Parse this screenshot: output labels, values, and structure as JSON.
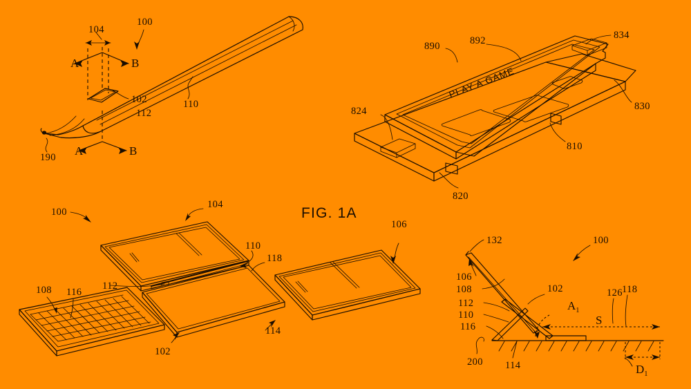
{
  "sheet": {
    "background_color": "#ff8c00",
    "ink_color": "#1a0d00",
    "figure_title": "FIG. 1A"
  },
  "figures": {
    "stylus": {
      "name": "stylus-perspective-view",
      "callouts": {
        "assembly": "100",
        "button_width": "104",
        "button": "102",
        "body": "110",
        "edge": "112",
        "tip": "190"
      },
      "section_markers": {
        "upper_left": "A",
        "upper_right": "B",
        "lower_left": "A",
        "lower_right": "B"
      }
    },
    "dock": {
      "name": "dock-game-device-view",
      "screen_text": "PLAY A GAME",
      "callouts": {
        "display_bezel": "890",
        "display_surface": "892",
        "right_button": "834",
        "left_button": "824",
        "right_base": "830",
        "upper_body": "810",
        "lower_base": "820"
      }
    },
    "exploded": {
      "name": "exploded-device-assembly-view",
      "callouts": {
        "assembly": "100",
        "display_panel": "104",
        "hinge": "110",
        "rear_panel": "118",
        "cover_panel": "106",
        "keyboard": "108",
        "keys": "116",
        "edge": "112",
        "base": "102",
        "base_rear": "114"
      }
    },
    "section": {
      "name": "cross-section-side-view",
      "callouts": {
        "assembly": "100",
        "top_edge": "132",
        "cover": "106",
        "keyboard": "108",
        "edge": "112",
        "hinge": "110",
        "keys": "116",
        "surface": "200",
        "base_rear": "114",
        "kickstand": "102",
        "foot": "126",
        "rear_panel": "118"
      },
      "dimensions": {
        "angle": "A",
        "angle_sub": "1",
        "span": "S",
        "depth": "D",
        "depth_sub": "1"
      }
    }
  }
}
